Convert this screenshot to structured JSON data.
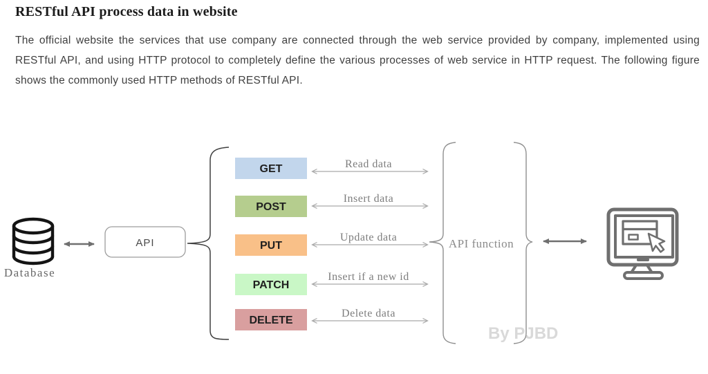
{
  "page": {
    "title": "RESTful API process data in website",
    "paragraph": "The official website the services that use company are connected through the web service provided by company, implemented using RESTful API, and using HTTP protocol to completely define the various processes of web service in HTTP request. The following figure shows the commonly used HTTP methods of RESTful API."
  },
  "diagram": {
    "database": {
      "label": "Database",
      "icon": "database-cylinder-icon"
    },
    "api_box": {
      "label": "API"
    },
    "methods": [
      {
        "name": "GET",
        "action": "Read data",
        "color": "#c2d6ec"
      },
      {
        "name": "POST",
        "action": "Insert data",
        "color": "#b5cd8e"
      },
      {
        "name": "PUT",
        "action": "Update data",
        "color": "#f9c088"
      },
      {
        "name": "PATCH",
        "action": "Insert if a new id",
        "color": "#c9f7c6"
      },
      {
        "name": "DELETE",
        "action": "Delete data",
        "color": "#d99f9f"
      }
    ],
    "api_function_label": "API function",
    "client": {
      "icon": "computer-monitor-cursor-icon"
    },
    "watermark": "By PJBD",
    "colors": {
      "method_text": "#1f1f1f",
      "label_gray": "#7d7d7d",
      "arrow_light": "#a9a9a9",
      "arrow_dark": "#6f6f6f",
      "brace_dark": "#3f3f3f",
      "brace_light": "#8f8f8f",
      "watermark_gray": "#d9d9d9",
      "monitor_gray": "#6f6f6f",
      "database_black": "#141414"
    }
  }
}
